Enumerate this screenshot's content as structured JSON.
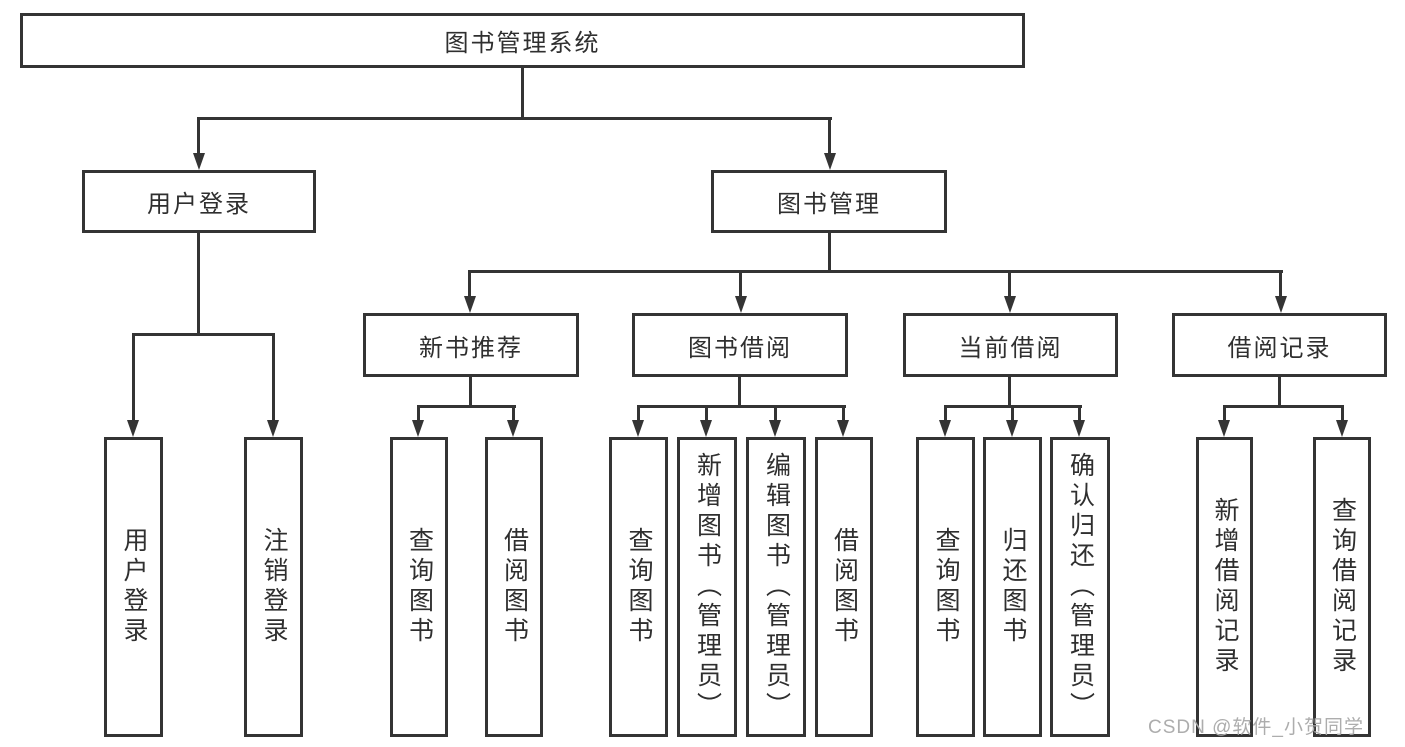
{
  "diagram": {
    "title": "图书管理系统",
    "level1": [
      {
        "label": "用户登录",
        "leaves": [
          "用户登录",
          "注销登录"
        ]
      },
      {
        "label": "图书管理",
        "groups": [
          {
            "label": "新书推荐",
            "leaves": [
              "查询图书",
              "借阅图书"
            ]
          },
          {
            "label": "图书借阅",
            "leaves": [
              "查询图书",
              "新增图书（管理员）",
              "编辑图书（管理员）",
              "借阅图书"
            ]
          },
          {
            "label": "当前借阅",
            "leaves": [
              "查询图书",
              "归还图书",
              "确认归还（管理员）"
            ]
          },
          {
            "label": "借阅记录",
            "leaves": [
              "新增借阅记录",
              "查询借阅记录"
            ]
          }
        ]
      }
    ]
  },
  "watermark": "CSDN @软件_小贺同学",
  "colors": {
    "line": "#343434",
    "text": "#2f2f2f",
    "watermark": "#adadad",
    "background": "#ffffff"
  }
}
